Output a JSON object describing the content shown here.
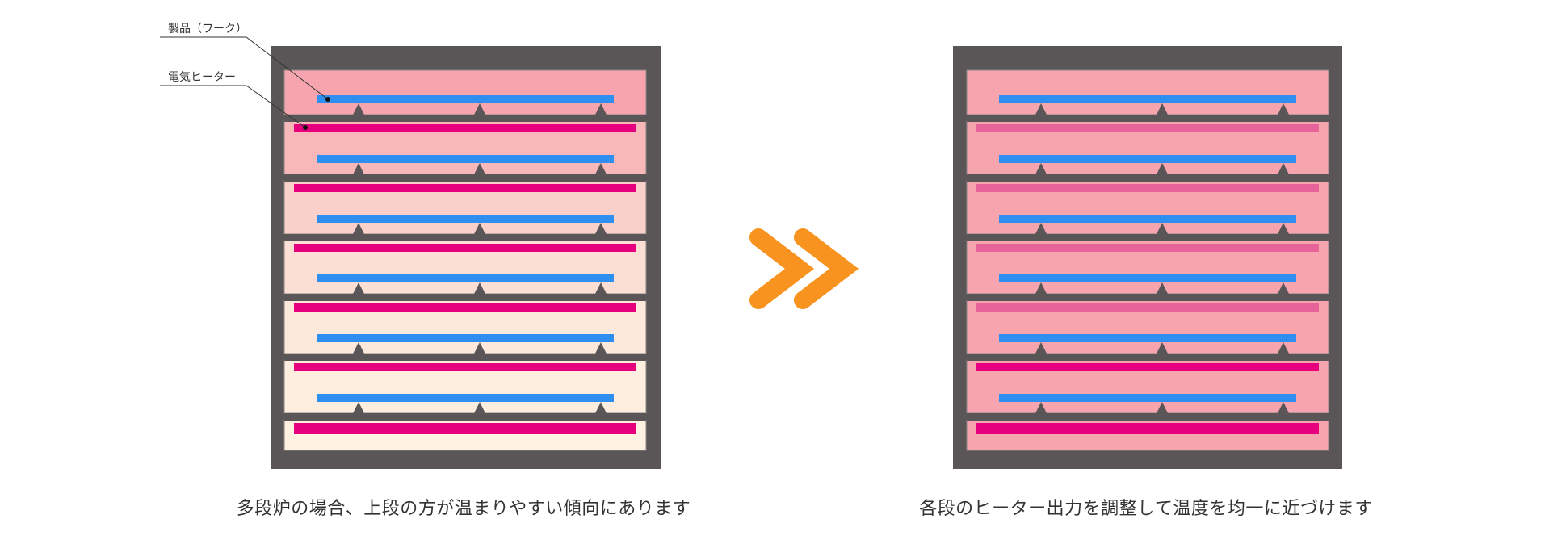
{
  "labels": {
    "product": "製品（ワーク）",
    "heater": "電気ヒーター"
  },
  "captions": {
    "left": "多段炉の場合、上段の方が温まりやすい傾向にあります",
    "right": "各段のヒーター出力を調整して温度を均一に近づけます"
  },
  "colors": {
    "frame": "#5a5657",
    "shelf": "#5a5657",
    "product": "#2f8ff0",
    "heater_full": "#e6007e",
    "heater_reduced": "#e6649a",
    "arrow": "#f7931e",
    "uniform_zone": "#f6a5ae"
  },
  "furnaces": {
    "left": {
      "zone_colors": [
        "#f6a5ae",
        "#f8b7b8",
        "#fad0cb",
        "#fcdfd4",
        "#fde8dc",
        "#feeedf",
        "#fef1e2"
      ],
      "heater_levels": [
        "full",
        "full",
        "full",
        "full",
        "full",
        "full",
        "full"
      ]
    },
    "right": {
      "zone_colors": [
        "#f6a5ae",
        "#f6a5ae",
        "#f6a5ae",
        "#f6a5ae",
        "#f6a5ae",
        "#f6a5ae",
        "#f6a5ae"
      ],
      "heater_levels": [
        "reduced",
        "reduced",
        "reduced",
        "reduced",
        "full",
        "full",
        "full"
      ]
    }
  }
}
